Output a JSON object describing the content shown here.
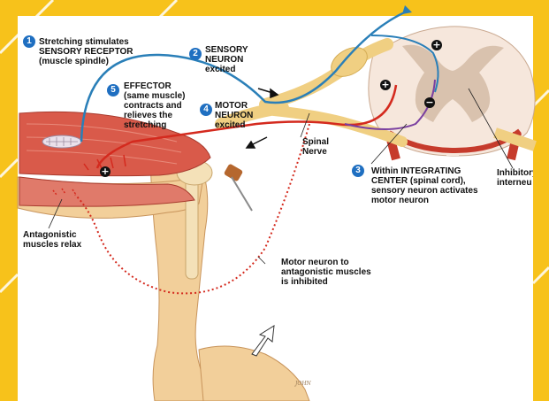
{
  "labels": {
    "step1": "Stretching stimulates\nSENSORY RECEPTOR\n(muscle spindle)",
    "step2": "SENSORY\nNEURON\nexcited",
    "step3": "Within INTEGRATING\nCENTER (spinal cord),\nsensory neuron activates\nmotor neuron",
    "step4": "MOTOR\nNEURON\nexcited",
    "step5": "EFFECTOR\n(same muscle)\ncontracts and\nrelieves the\nstretching",
    "spinal_nerve": "Spinal\nNerve",
    "inhibitory": "Inhibitory\ninterneu",
    "antagonistic": "Antagonistic\nmuscles relax",
    "motor_inhibited": "Motor neuron to\nantagonistic muscles\nis inhibited",
    "signature": "JOHN"
  },
  "badges": {
    "b1": "1",
    "b2": "2",
    "b3": "3",
    "b4": "4",
    "b5": "5"
  },
  "signs": {
    "plus": "+",
    "minus": "−"
  },
  "colors": {
    "background": "#f7c21b",
    "panel": "#ffffff",
    "sensory_neuron": "#2a7fb8",
    "motor_neuron": "#d42a1e",
    "muscle": "#d95a4a",
    "skin": "#f2cf9a",
    "badge": "#1f6fc1"
  }
}
